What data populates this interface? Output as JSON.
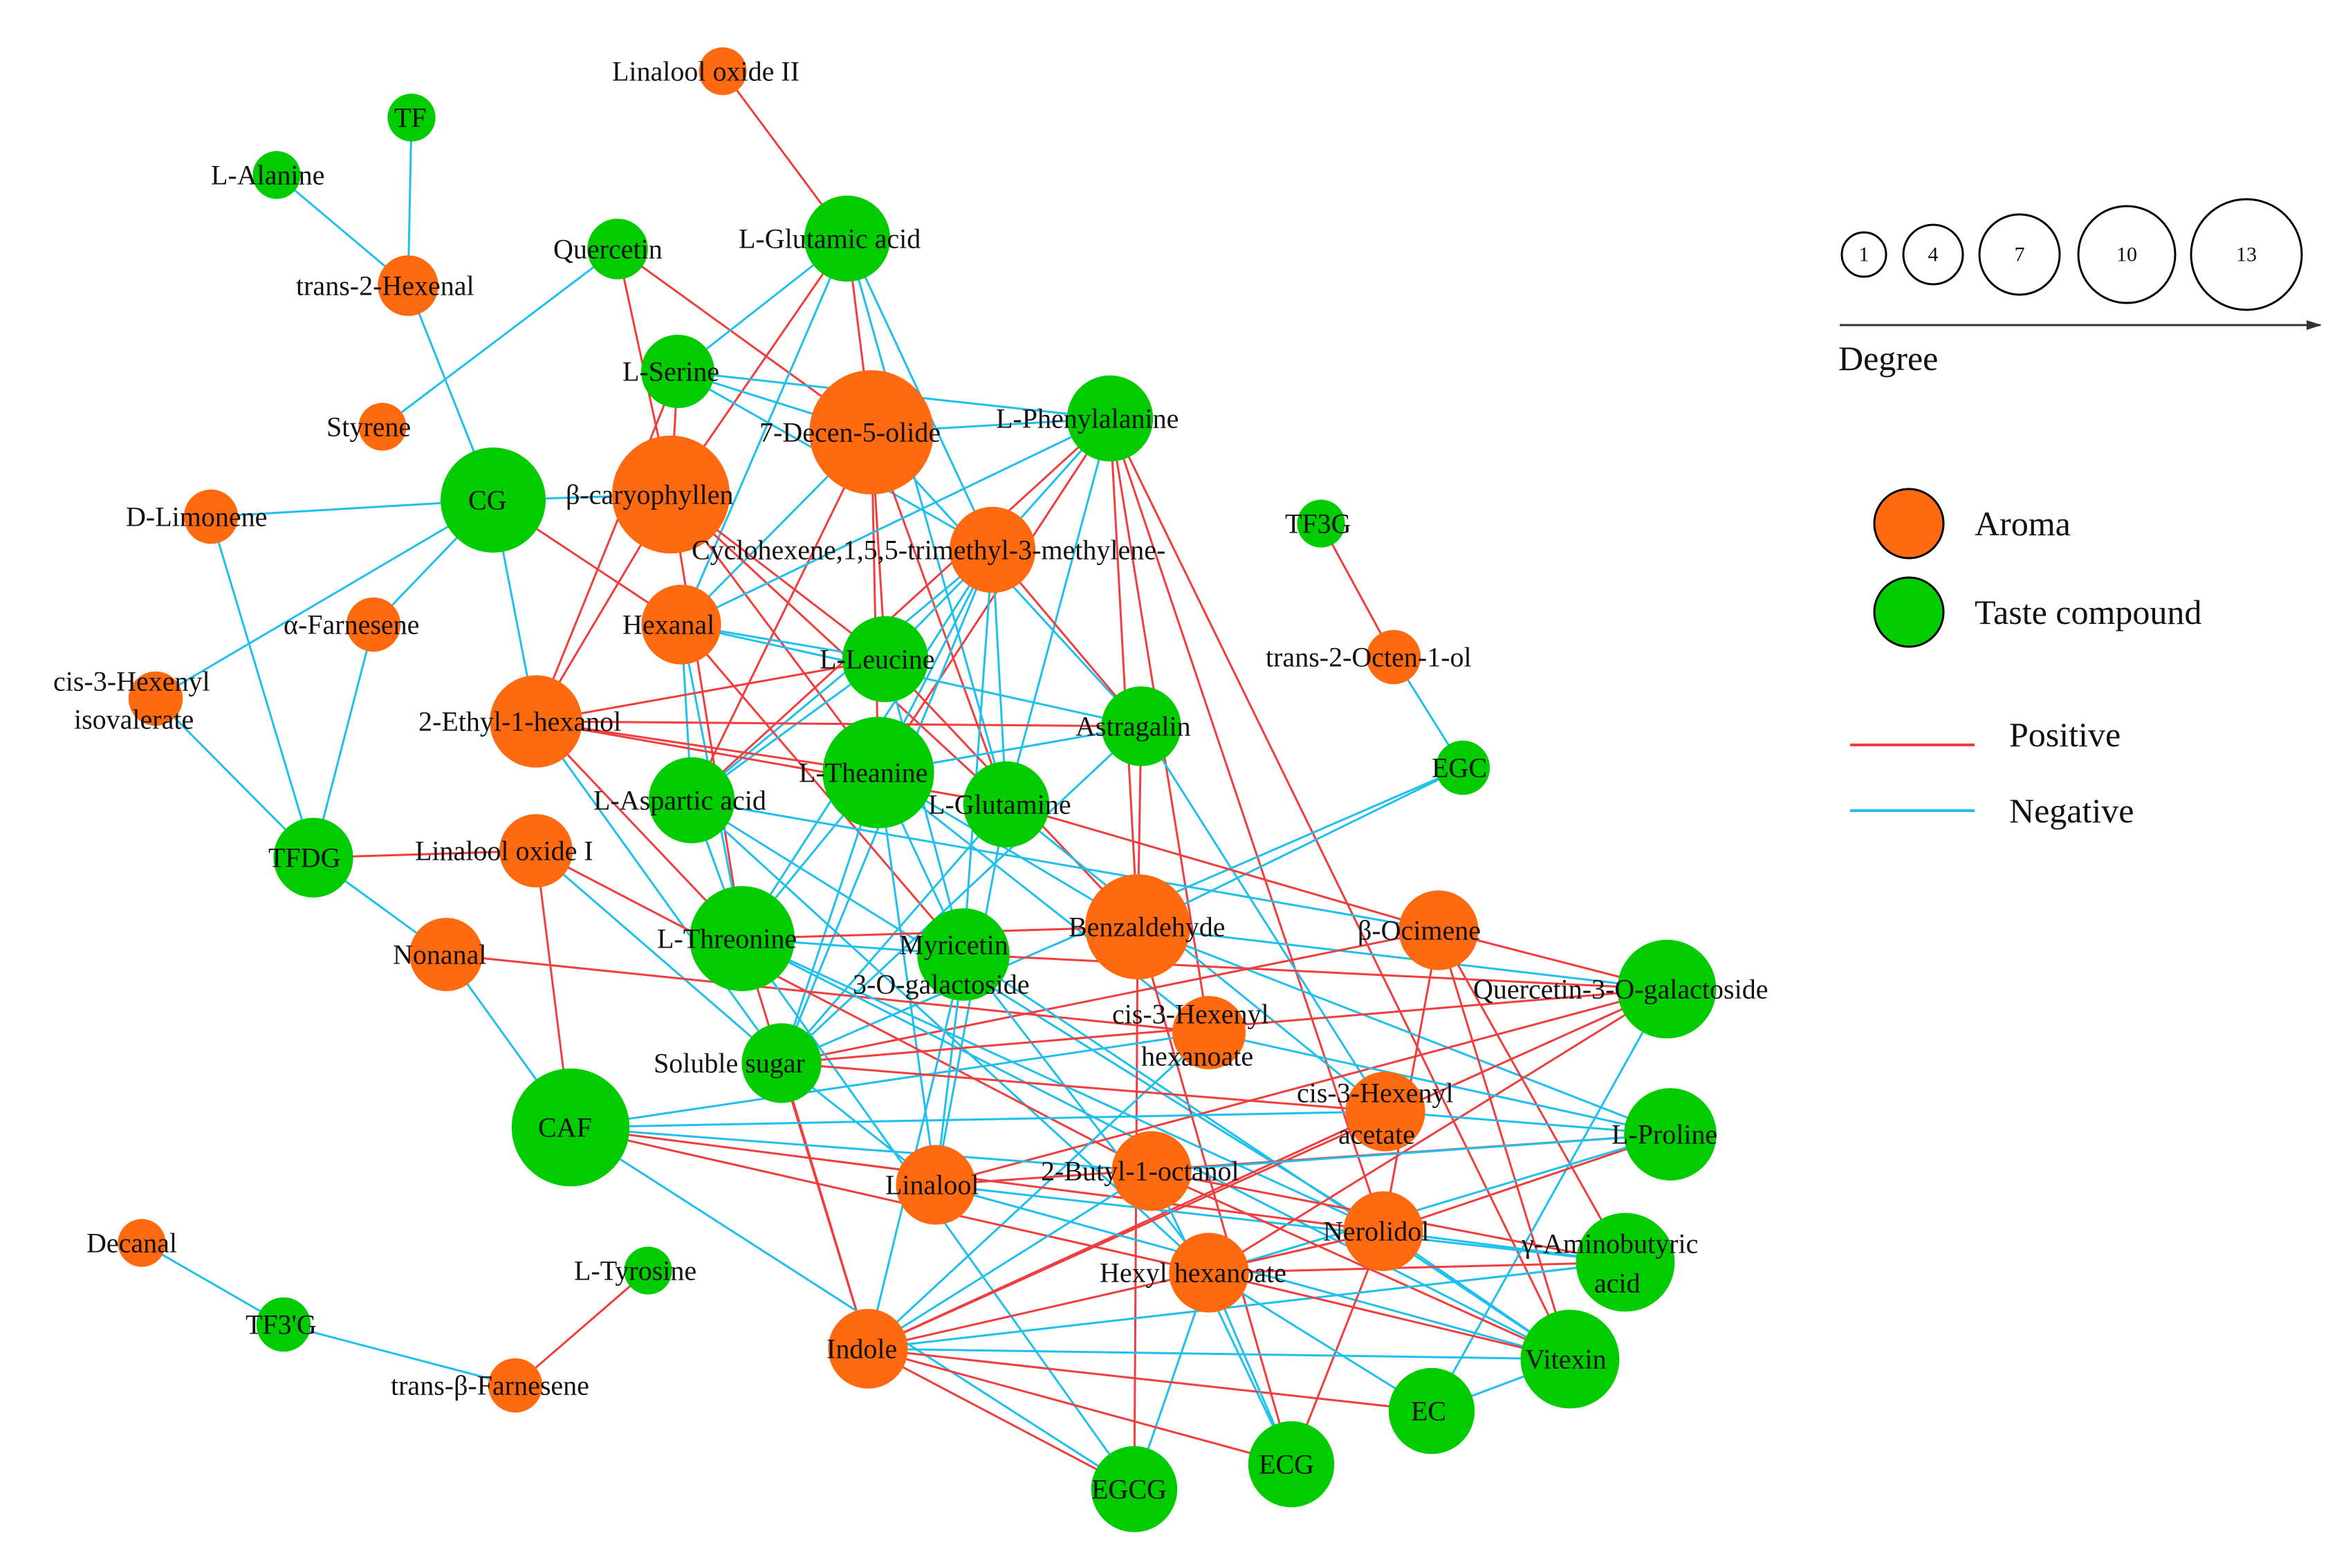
{
  "colors": {
    "aroma": "#FF6A10",
    "taste": "#00CC00",
    "positive": "#F03E3E",
    "negative": "#20C0EE"
  },
  "legend": {
    "degree_values": [
      "1",
      "4",
      "7",
      "10",
      "13"
    ],
    "degree_label": "Degree",
    "aroma_label": "Aroma",
    "taste_label": "Taste compound",
    "positive_label": "Positive",
    "negative_label": "Negative"
  },
  "nodes": [
    {
      "id": "linalool-oxide-ii",
      "label": "Linalool oxide II",
      "type": "aroma",
      "degree": 1
    },
    {
      "id": "tf",
      "label": "TF",
      "type": "taste",
      "degree": 1
    },
    {
      "id": "l-alanine",
      "label": "L-Alanine",
      "type": "taste",
      "degree": 1
    },
    {
      "id": "trans-2-hexenal",
      "label": "trans-2-Hexenal",
      "type": "aroma",
      "degree": 3
    },
    {
      "id": "quercetin",
      "label": "Quercetin",
      "type": "taste",
      "degree": 3
    },
    {
      "id": "l-glutamic-acid",
      "label": "L-Glutamic acid",
      "type": "taste",
      "degree": 7
    },
    {
      "id": "l-serine",
      "label": "L-Serine",
      "type": "taste",
      "degree": 5
    },
    {
      "id": "styrene",
      "label": "Styrene",
      "type": "aroma",
      "degree": 1
    },
    {
      "id": "7-decen-5-olide",
      "label": "7-Decen-5-olide",
      "type": "aroma",
      "degree": 13
    },
    {
      "id": "l-phenylalanine",
      "label": "L-Phenylalanine",
      "type": "taste",
      "degree": 7
    },
    {
      "id": "cg",
      "label": "CG",
      "type": "taste",
      "degree": 10
    },
    {
      "id": "b-caryophyllen",
      "label": "β-caryophyllen",
      "type": "aroma",
      "degree": 12
    },
    {
      "id": "d-limonene",
      "label": "D-Limonene",
      "type": "aroma",
      "degree": 2
    },
    {
      "id": "tf3g",
      "label": "TF3G",
      "type": "taste",
      "degree": 1
    },
    {
      "id": "cyclohexene",
      "label": "Cyclohexene,1,5,5-trimethyl-3-methylene-",
      "type": "aroma",
      "degree": 7
    },
    {
      "id": "a-farnesene",
      "label": "α-Farnesene",
      "type": "aroma",
      "degree": 2
    },
    {
      "id": "hexanal",
      "label": "Hexanal",
      "type": "aroma",
      "degree": 6
    },
    {
      "id": "l-leucine",
      "label": "L-Leucine",
      "type": "taste",
      "degree": 7
    },
    {
      "id": "trans-2-octen-1-ol",
      "label": "trans-2-Octen-1-ol",
      "type": "aroma",
      "degree": 2
    },
    {
      "id": "cis-3-hexenyl-isovalerate",
      "label": "cis-3-Hexenyl isovalerate",
      "type": "aroma",
      "degree": 2
    },
    {
      "id": "2-ethyl-1-hexanol",
      "label": "2-Ethyl-1-hexanol",
      "type": "aroma",
      "degree": 8
    },
    {
      "id": "astragalin",
      "label": "Astragalin",
      "type": "taste",
      "degree": 6
    },
    {
      "id": "egc",
      "label": "EGC",
      "type": "taste",
      "degree": 2
    },
    {
      "id": "l-theanine",
      "label": "L-Theanine",
      "type": "taste",
      "degree": 11
    },
    {
      "id": "l-aspartic-acid",
      "label": "L-Aspartic acid",
      "type": "taste",
      "degree": 7
    },
    {
      "id": "l-glutamine",
      "label": "L-Glutamine",
      "type": "taste",
      "degree": 7
    },
    {
      "id": "tfdg",
      "label": "TFDG",
      "type": "taste",
      "degree": 6
    },
    {
      "id": "linalool-oxide-i",
      "label": "Linalool oxide I",
      "type": "aroma",
      "degree": 5
    },
    {
      "id": "benzaldehyde",
      "label": "Benzaldehyde",
      "type": "aroma",
      "degree": 10
    },
    {
      "id": "b-ocimene",
      "label": "β-Ocimene",
      "type": "aroma",
      "degree": 6
    },
    {
      "id": "l-threonine",
      "label": "L-Threonine",
      "type": "taste",
      "degree": 10
    },
    {
      "id": "myricetin-3-o-galactoside",
      "label": "Myricetin 3-O-galactoside",
      "type": "taste",
      "degree": 8
    },
    {
      "id": "nonanal",
      "label": "Nonanal",
      "type": "aroma",
      "degree": 5
    },
    {
      "id": "quercetin-3-o-galactoside",
      "label": "Quercetin-3-O-galactoside",
      "type": "taste",
      "degree": 9
    },
    {
      "id": "cis-3-hexenyl-hexanoate",
      "label": "cis-3-Hexenyl hexanoate",
      "type": "aroma",
      "degree": 5
    },
    {
      "id": "soluble-sugar",
      "label": "Soluble sugar",
      "type": "taste",
      "degree": 6
    },
    {
      "id": "cis-3-hexenyl-acetate",
      "label": "cis-3-Hexenyl acetate",
      "type": "aroma",
      "degree": 6
    },
    {
      "id": "caf",
      "label": "CAF",
      "type": "taste",
      "degree": 12
    },
    {
      "id": "l-proline",
      "label": "L-Proline",
      "type": "taste",
      "degree": 8
    },
    {
      "id": "linalool",
      "label": "Linalool",
      "type": "aroma",
      "degree": 6
    },
    {
      "id": "2-butyl-1-octanol",
      "label": "2-Butyl-1-octanol",
      "type": "aroma",
      "degree": 6
    },
    {
      "id": "decanal",
      "label": "Decanal",
      "type": "aroma",
      "degree": 1
    },
    {
      "id": "nerolidol",
      "label": "Nerolidol",
      "type": "aroma",
      "degree": 6
    },
    {
      "id": "gaba",
      "label": "γ-Aminobutyric acid",
      "type": "taste",
      "degree": 9
    },
    {
      "id": "l-tyrosine",
      "label": "L-Tyrosine",
      "type": "taste",
      "degree": 1
    },
    {
      "id": "hexyl-hexanoate",
      "label": "Hexyl hexanoate",
      "type": "aroma",
      "degree": 6
    },
    {
      "id": "tf3pg",
      "label": "TF3'G",
      "type": "taste",
      "degree": 2
    },
    {
      "id": "indole",
      "label": "Indole",
      "type": "aroma",
      "degree": 6
    },
    {
      "id": "vitexin",
      "label": "Vitexin",
      "type": "taste",
      "degree": 9
    },
    {
      "id": "trans-b-farnesene",
      "label": "trans-β-Farnesene",
      "type": "aroma",
      "degree": 2
    },
    {
      "id": "ec",
      "label": "EC",
      "type": "taste",
      "degree": 7
    },
    {
      "id": "ecg",
      "label": "ECG",
      "type": "taste",
      "degree": 7
    },
    {
      "id": "egcg",
      "label": "EGCG",
      "type": "taste",
      "degree": 7
    }
  ],
  "edges": [
    [
      "linalool-oxide-ii",
      "l-glutamic-acid",
      "p"
    ],
    [
      "tf",
      "trans-2-hexenal",
      "n"
    ],
    [
      "l-alanine",
      "trans-2-hexenal",
      "n"
    ],
    [
      "trans-2-hexenal",
      "cg",
      "n"
    ],
    [
      "quercetin",
      "styrene",
      "n"
    ],
    [
      "quercetin",
      "b-caryophyllen",
      "p"
    ],
    [
      "quercetin",
      "7-decen-5-olide",
      "p"
    ],
    [
      "d-limonene",
      "cg",
      "n"
    ],
    [
      "d-limonene",
      "tfdg",
      "n"
    ],
    [
      "cg",
      "b-caryophyllen",
      "n"
    ],
    [
      "cg",
      "2-ethyl-1-hexanol",
      "n"
    ],
    [
      "cg",
      "cis-3-hexenyl-isovalerate",
      "n"
    ],
    [
      "cg",
      "a-farnesene",
      "n"
    ],
    [
      "cg",
      "hexanal",
      "p"
    ],
    [
      "a-farnesene",
      "tfdg",
      "n"
    ],
    [
      "cis-3-hexenyl-isovalerate",
      "tfdg",
      "n"
    ],
    [
      "tfdg",
      "linalool-oxide-i",
      "p"
    ],
    [
      "tfdg",
      "nonanal",
      "n"
    ],
    [
      "tf3g",
      "trans-2-octen-1-ol",
      "p"
    ],
    [
      "trans-2-octen-1-ol",
      "egc",
      "n"
    ],
    [
      "decanal",
      "tf3pg",
      "n"
    ],
    [
      "tf3pg",
      "trans-b-farnesene",
      "n"
    ],
    [
      "trans-b-farnesene",
      "l-tyrosine",
      "p"
    ],
    [
      "l-glutamic-acid",
      "7-decen-5-olide",
      "p"
    ],
    [
      "l-glutamic-acid",
      "b-caryophyllen",
      "p"
    ],
    [
      "l-glutamic-acid",
      "hexanal",
      "n"
    ],
    [
      "l-glutamic-acid",
      "cyclohexene",
      "n"
    ],
    [
      "l-glutamic-acid",
      "l-serine",
      "n"
    ],
    [
      "l-glutamic-acid",
      "l-glutamine",
      "n"
    ],
    [
      "l-serine",
      "b-caryophyllen",
      "p"
    ],
    [
      "l-serine",
      "7-decen-5-olide",
      "n"
    ],
    [
      "l-serine",
      "cyclohexene",
      "n"
    ],
    [
      "l-serine",
      "l-phenylalanine",
      "n"
    ],
    [
      "l-serine",
      "2-ethyl-1-hexanol",
      "p"
    ],
    [
      "7-decen-5-olide",
      "l-phenylalanine",
      "n"
    ],
    [
      "7-decen-5-olide",
      "hexanal",
      "n"
    ],
    [
      "7-decen-5-olide",
      "l-leucine",
      "p"
    ],
    [
      "7-decen-5-olide",
      "l-theanine",
      "p"
    ],
    [
      "7-decen-5-olide",
      "l-glutamine",
      "p"
    ],
    [
      "7-decen-5-olide",
      "astragalin",
      "n"
    ],
    [
      "7-decen-5-olide",
      "l-aspartic-acid",
      "p"
    ],
    [
      "b-caryophyllen",
      "2-ethyl-1-hexanol",
      "p"
    ],
    [
      "b-caryophyllen",
      "l-leucine",
      "p"
    ],
    [
      "b-caryophyllen",
      "l-threonine",
      "p"
    ],
    [
      "b-caryophyllen",
      "l-theanine",
      "p"
    ],
    [
      "b-caryophyllen",
      "l-glutamine",
      "p"
    ],
    [
      "l-phenylalanine",
      "hexanal",
      "n"
    ],
    [
      "l-phenylalanine",
      "cyclohexene",
      "n"
    ],
    [
      "l-phenylalanine",
      "l-aspartic-acid",
      "p"
    ],
    [
      "l-phenylalanine",
      "l-theanine",
      "p"
    ],
    [
      "l-phenylalanine",
      "l-glutamine",
      "n"
    ],
    [
      "l-phenylalanine",
      "benzaldehyde",
      "p"
    ],
    [
      "l-phenylalanine",
      "cis-3-hexenyl-hexanoate",
      "p"
    ],
    [
      "l-phenylalanine",
      "nerolidol",
      "p"
    ],
    [
      "l-phenylalanine",
      "vitexin",
      "p"
    ],
    [
      "cyclohexene",
      "l-leucine",
      "n"
    ],
    [
      "cyclohexene",
      "l-theanine",
      "n"
    ],
    [
      "cyclohexene",
      "astragalin",
      "p"
    ],
    [
      "cyclohexene",
      "l-aspartic-acid",
      "n"
    ],
    [
      "cyclohexene",
      "l-glutamine",
      "n"
    ],
    [
      "cyclohexene",
      "myricetin-3-o-galactoside",
      "n"
    ],
    [
      "cyclohexene",
      "soluble-sugar",
      "n"
    ],
    [
      "cyclohexene",
      "l-threonine",
      "n"
    ],
    [
      "hexanal",
      "l-leucine",
      "n"
    ],
    [
      "hexanal",
      "astragalin",
      "n"
    ],
    [
      "hexanal",
      "l-aspartic-acid",
      "n"
    ],
    [
      "hexanal",
      "l-threonine",
      "n"
    ],
    [
      "hexanal",
      "myricetin-3-o-galactoside",
      "p"
    ],
    [
      "l-leucine",
      "2-ethyl-1-hexanol",
      "p"
    ],
    [
      "l-leucine",
      "l-aspartic-acid",
      "n"
    ],
    [
      "l-leucine",
      "myricetin-3-o-galactoside",
      "n"
    ],
    [
      "l-leucine",
      "benzaldehyde",
      "p"
    ],
    [
      "2-ethyl-1-hexanol",
      "l-theanine",
      "p"
    ],
    [
      "2-ethyl-1-hexanol",
      "l-glutamine",
      "p"
    ],
    [
      "2-ethyl-1-hexanol",
      "astragalin",
      "p"
    ],
    [
      "2-ethyl-1-hexanol",
      "soluble-sugar",
      "n"
    ],
    [
      "2-ethyl-1-hexanol",
      "l-threonine",
      "p"
    ],
    [
      "astragalin",
      "l-theanine",
      "n"
    ],
    [
      "astragalin",
      "benzaldehyde",
      "p"
    ],
    [
      "astragalin",
      "cis-3-hexenyl-acetate",
      "n"
    ],
    [
      "astragalin",
      "soluble-sugar",
      "n"
    ],
    [
      "egc",
      "benzaldehyde",
      "n"
    ],
    [
      "egc",
      "soluble-sugar",
      "n"
    ],
    [
      "l-theanine",
      "l-threonine",
      "n"
    ],
    [
      "l-theanine",
      "myricetin-3-o-galactoside",
      "n"
    ],
    [
      "l-theanine",
      "benzaldehyde",
      "n"
    ],
    [
      "l-theanine",
      "soluble-sugar",
      "n"
    ],
    [
      "l-theanine",
      "linalool",
      "n"
    ],
    [
      "l-theanine",
      "cis-3-hexenyl-hexanoate",
      "n"
    ],
    [
      "l-aspartic-acid",
      "b-ocimene",
      "n"
    ],
    [
      "l-aspartic-acid",
      "l-threonine",
      "n"
    ],
    [
      "l-aspartic-acid",
      "nerolidol",
      "n"
    ],
    [
      "l-aspartic-acid",
      "hexyl-hexanoate",
      "n"
    ],
    [
      "l-glutamine",
      "b-ocimene",
      "p"
    ],
    [
      "l-glutamine",
      "cis-3-hexenyl-acetate",
      "n"
    ],
    [
      "l-glutamine",
      "linalool",
      "n"
    ],
    [
      "l-glutamine",
      "soluble-sugar",
      "n"
    ],
    [
      "linalool-oxide-i",
      "soluble-sugar",
      "n"
    ],
    [
      "linalool-oxide-i",
      "caf",
      "p"
    ],
    [
      "linalool-oxide-i",
      "2-butyl-1-octanol",
      "p"
    ],
    [
      "nonanal",
      "caf",
      "n"
    ],
    [
      "nonanal",
      "cis-3-hexenyl-hexanoate",
      "p"
    ],
    [
      "benzaldehyde",
      "quercetin-3-o-galactoside",
      "n"
    ],
    [
      "benzaldehyde",
      "l-threonine",
      "p"
    ],
    [
      "benzaldehyde",
      "l-proline",
      "n"
    ],
    [
      "benzaldehyde",
      "ecg",
      "p"
    ],
    [
      "benzaldehyde",
      "egcg",
      "p"
    ],
    [
      "b-ocimene",
      "soluble-sugar",
      "p"
    ],
    [
      "b-ocimene",
      "quercetin-3-o-galactoside",
      "p"
    ],
    [
      "b-ocimene",
      "gaba",
      "p"
    ],
    [
      "b-ocimene",
      "nerolidol",
      "p"
    ],
    [
      "b-ocimene",
      "vitexin",
      "p"
    ],
    [
      "l-threonine",
      "myricetin-3-o-galactoside",
      "n"
    ],
    [
      "l-threonine",
      "nerolidol",
      "n"
    ],
    [
      "l-threonine",
      "indole",
      "p"
    ],
    [
      "l-threonine",
      "vitexin",
      "n"
    ],
    [
      "l-threonine",
      "egcg",
      "n"
    ],
    [
      "myricetin-3-o-galactoside",
      "linalool",
      "n"
    ],
    [
      "myricetin-3-o-galactoside",
      "quercetin-3-o-galactoside",
      "p"
    ],
    [
      "myricetin-3-o-galactoside",
      "hexyl-hexanoate",
      "n"
    ],
    [
      "myricetin-3-o-galactoside",
      "indole",
      "n"
    ],
    [
      "myricetin-3-o-galactoside",
      "vitexin",
      "n"
    ],
    [
      "quercetin-3-o-galactoside",
      "linalool",
      "p"
    ],
    [
      "quercetin-3-o-galactoside",
      "soluble-sugar",
      "p"
    ],
    [
      "quercetin-3-o-galactoside",
      "hexyl-hexanoate",
      "p"
    ],
    [
      "quercetin-3-o-galactoside",
      "indole",
      "p"
    ],
    [
      "quercetin-3-o-galactoside",
      "ec",
      "n"
    ],
    [
      "cis-3-hexenyl-hexanoate",
      "l-proline",
      "n"
    ],
    [
      "cis-3-hexenyl-hexanoate",
      "caf",
      "n"
    ],
    [
      "cis-3-hexenyl-hexanoate",
      "indole",
      "n"
    ],
    [
      "soluble-sugar",
      "cis-3-hexenyl-acetate",
      "p"
    ],
    [
      "soluble-sugar",
      "linalool",
      "n"
    ],
    [
      "soluble-sugar",
      "indole",
      "p"
    ],
    [
      "cis-3-hexenyl-acetate",
      "caf",
      "n"
    ],
    [
      "cis-3-hexenyl-acetate",
      "l-proline",
      "n"
    ],
    [
      "cis-3-hexenyl-acetate",
      "indole",
      "p"
    ],
    [
      "caf",
      "2-butyl-1-octanol",
      "n"
    ],
    [
      "caf",
      "nerolidol",
      "p"
    ],
    [
      "caf",
      "hexyl-hexanoate",
      "p"
    ],
    [
      "caf",
      "egcg",
      "n"
    ],
    [
      "l-proline",
      "linalool",
      "p"
    ],
    [
      "l-proline",
      "2-butyl-1-octanol",
      "n"
    ],
    [
      "l-proline",
      "nerolidol",
      "p"
    ],
    [
      "l-proline",
      "hexyl-hexanoate",
      "n"
    ],
    [
      "linalool",
      "gaba",
      "n"
    ],
    [
      "linalool",
      "vitexin",
      "n"
    ],
    [
      "2-butyl-1-octanol",
      "gaba",
      "p"
    ],
    [
      "2-butyl-1-octanol",
      "vitexin",
      "p"
    ],
    [
      "2-butyl-1-octanol",
      "ecg",
      "n"
    ],
    [
      "2-butyl-1-octanol",
      "indole",
      "n"
    ],
    [
      "nerolidol",
      "gaba",
      "n"
    ],
    [
      "nerolidol",
      "ecg",
      "p"
    ],
    [
      "nerolidol",
      "indole",
      "p"
    ],
    [
      "nerolidol",
      "vitexin",
      "n"
    ],
    [
      "gaba",
      "hexyl-hexanoate",
      "p"
    ],
    [
      "gaba",
      "indole",
      "n"
    ],
    [
      "hexyl-hexanoate",
      "vitexin",
      "p"
    ],
    [
      "hexyl-hexanoate",
      "ec",
      "n"
    ],
    [
      "hexyl-hexanoate",
      "egcg",
      "n"
    ],
    [
      "indole",
      "vitexin",
      "n"
    ],
    [
      "indole",
      "ec",
      "p"
    ],
    [
      "indole",
      "ecg",
      "p"
    ],
    [
      "indole",
      "egcg",
      "p"
    ],
    [
      "vitexin",
      "ec",
      "n"
    ],
    [
      "ecg",
      "hexyl-hexanoate",
      "n"
    ]
  ]
}
